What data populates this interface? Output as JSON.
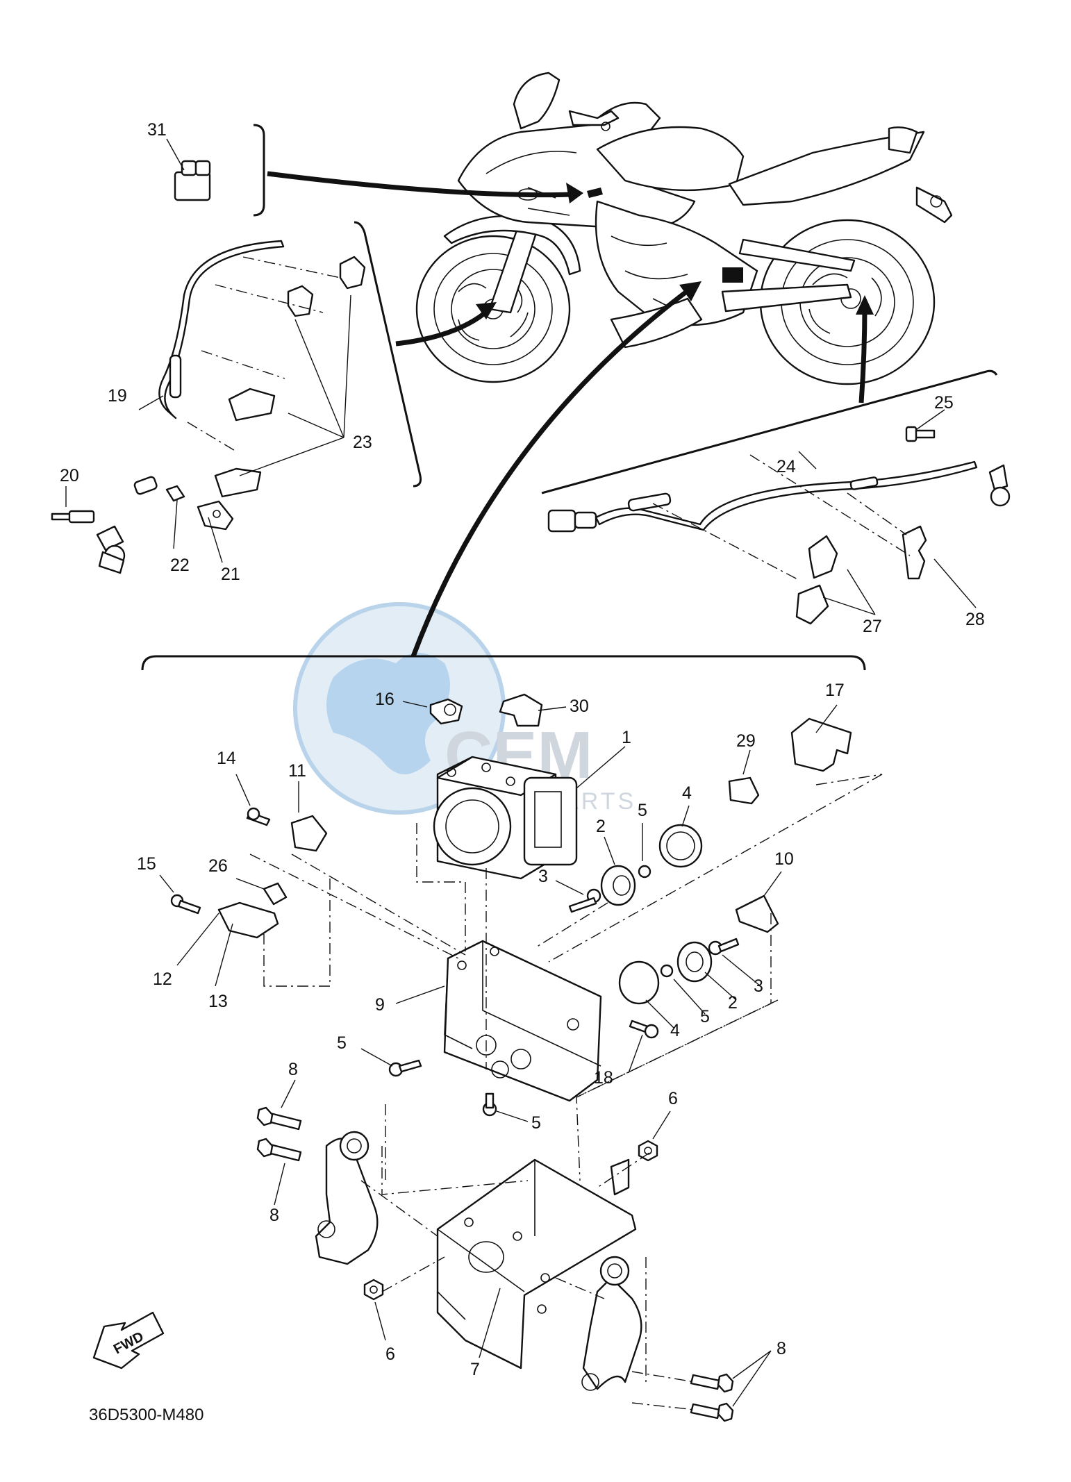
{
  "diagram": {
    "drawing_code": "36D5300-M480",
    "direction_label": "FWD",
    "watermark": {
      "brand": "CEM",
      "sub": "MOTORPARTS"
    },
    "callouts": [
      {
        "id": "c31",
        "text": "31"
      },
      {
        "id": "c19",
        "text": "19"
      },
      {
        "id": "c20",
        "text": "20"
      },
      {
        "id": "c22",
        "text": "22"
      },
      {
        "id": "c21",
        "text": "21"
      },
      {
        "id": "c23",
        "text": "23"
      },
      {
        "id": "c25",
        "text": "25"
      },
      {
        "id": "c24",
        "text": "24"
      },
      {
        "id": "c27",
        "text": "27"
      },
      {
        "id": "c28",
        "text": "28"
      },
      {
        "id": "c16",
        "text": "16"
      },
      {
        "id": "c30",
        "text": "30"
      },
      {
        "id": "c17",
        "text": "17"
      },
      {
        "id": "c1",
        "text": "1"
      },
      {
        "id": "c29",
        "text": "29"
      },
      {
        "id": "c14",
        "text": "14"
      },
      {
        "id": "c11",
        "text": "11"
      },
      {
        "id": "c4a",
        "text": "4"
      },
      {
        "id": "c5a",
        "text": "5"
      },
      {
        "id": "c2a",
        "text": "2"
      },
      {
        "id": "c15",
        "text": "15"
      },
      {
        "id": "c26",
        "text": "26"
      },
      {
        "id": "c3a",
        "text": "3"
      },
      {
        "id": "c10",
        "text": "10"
      },
      {
        "id": "c12",
        "text": "12"
      },
      {
        "id": "c13",
        "text": "13"
      },
      {
        "id": "c9",
        "text": "9"
      },
      {
        "id": "c3b",
        "text": "3"
      },
      {
        "id": "c2b",
        "text": "2"
      },
      {
        "id": "c5b",
        "text": "5"
      },
      {
        "id": "c4b",
        "text": "4"
      },
      {
        "id": "c5c",
        "text": "5"
      },
      {
        "id": "c18",
        "text": "18"
      },
      {
        "id": "c8a",
        "text": "8"
      },
      {
        "id": "c5d",
        "text": "5"
      },
      {
        "id": "c6a",
        "text": "6"
      },
      {
        "id": "c8b",
        "text": "8"
      },
      {
        "id": "c6b",
        "text": "6"
      },
      {
        "id": "c7",
        "text": "7"
      },
      {
        "id": "c8c",
        "text": "8"
      }
    ]
  }
}
